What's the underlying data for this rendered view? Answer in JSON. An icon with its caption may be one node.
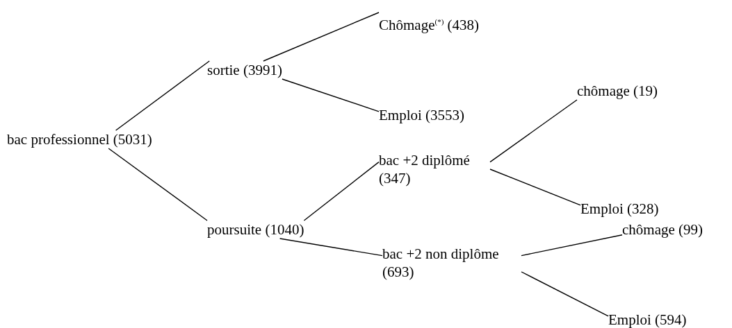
{
  "diagram": {
    "nodes": [
      {
        "text": [
          "bac professionnel (5031)"
        ]
      },
      {
        "text": [
          "sortie (3991)"
        ]
      },
      {
        "text": [
          "Chômage$^{(*)}$ (438)"
        ]
      },
      {
        "text": [
          "Emploi (3553)"
        ]
      },
      {
        "text": [
          "poursuite (1040)"
        ]
      },
      {
        "text": [
          "bac +2 diplômé (347)"
        ]
      },
      {
        "text": [
          "chômage (19)"
        ]
      },
      {
        "text": [
          "Emploi (328)"
        ]
      },
      {
        "text": [
          "chômage (99)"
        ]
      },
      {
        "text": [
          "bac +2 non diplôme (693)"
        ]
      },
      {
        "text": [
          "Emploi (594)"
        ]
      }
    ],
    "edges": [
      {
        "from": 0,
        "to": 1,
        "arrow": "none"
      },
      {
        "from": 0,
        "to": 4,
        "arrow": "none"
      },
      {
        "from": 1,
        "to": 2,
        "arrow": "none"
      },
      {
        "from": 1,
        "to": 3,
        "arrow": "none"
      },
      {
        "from": 4,
        "to": 5,
        "arrow": "none"
      },
      {
        "from": 4,
        "to": 9,
        "arrow": "none"
      },
      {
        "from": 5,
        "to": 6,
        "arrow": "none"
      },
      {
        "from": 5,
        "to": 7,
        "arrow": "none"
      },
      {
        "from": 9,
        "to": 8,
        "arrow": "none"
      },
      {
        "from": 9,
        "to": 10,
        "arrow": "none"
      }
    ]
  }
}
